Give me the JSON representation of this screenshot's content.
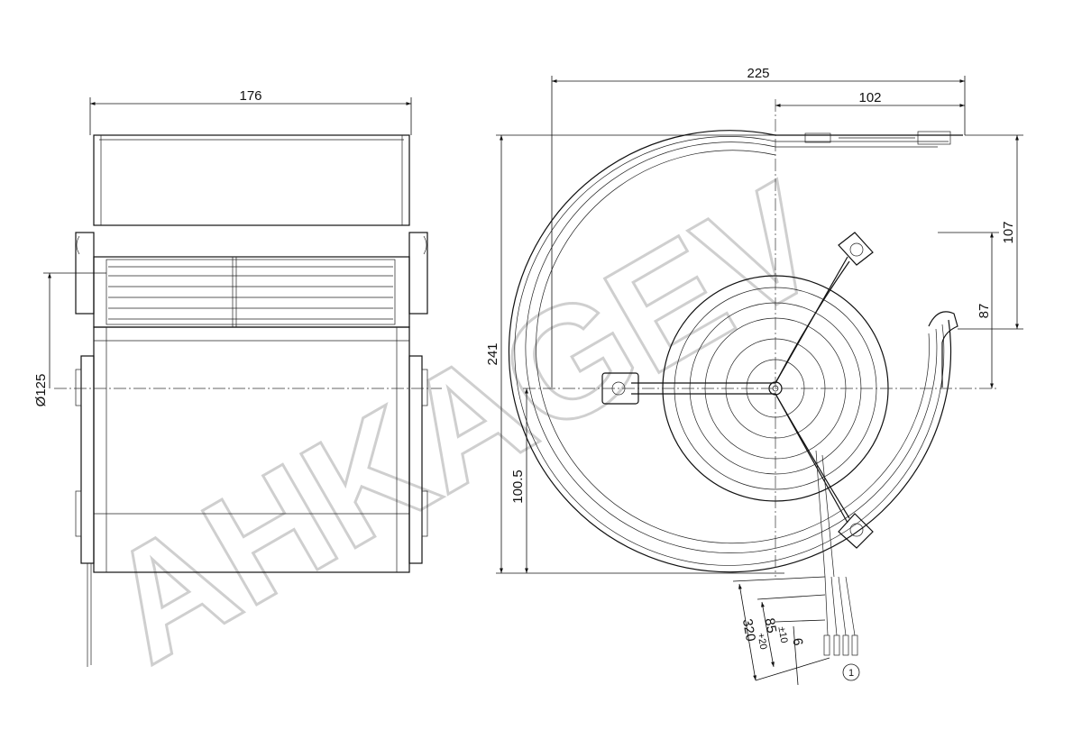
{
  "watermark": "AHKAGEV",
  "side_view": {
    "dim_width": "176",
    "dim_diameter": "Ø125"
  },
  "front_view": {
    "dim_overall_width": "225",
    "dim_outlet_offset": "102",
    "dim_height": "241",
    "dim_outlet_height": "107",
    "dim_outlet_to_axis": "87",
    "dim_axis_height": "100.5",
    "cable_length": "320",
    "cable_length_tol": "+20",
    "strip_length": "85",
    "strip_length_tol": "±10",
    "wire_end_length": "6",
    "callout": "1"
  }
}
